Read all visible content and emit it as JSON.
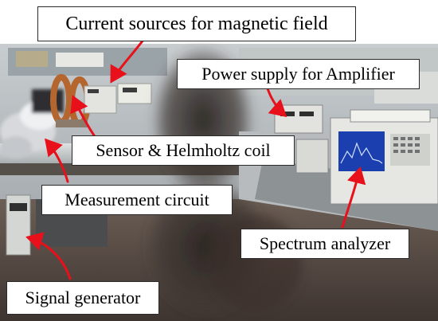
{
  "labels": {
    "current_sources": "Current sources for magnetic field",
    "power_supply": "Power supply for Amplifier",
    "sensor_coil": "Sensor & Helmholtz coil",
    "measurement_circuit": "Measurement circuit",
    "spectrum_analyzer": "Spectrum analyzer",
    "signal_generator": "Signal generator"
  },
  "colors": {
    "arrow": "#e8101a",
    "label_bg": "#ffffff",
    "label_border": "#2a2a2a",
    "coil_copper": "#b5652e",
    "analyzer_screen": "#1c3fb0"
  },
  "icons": {
    "arrow": "red-arrow"
  }
}
